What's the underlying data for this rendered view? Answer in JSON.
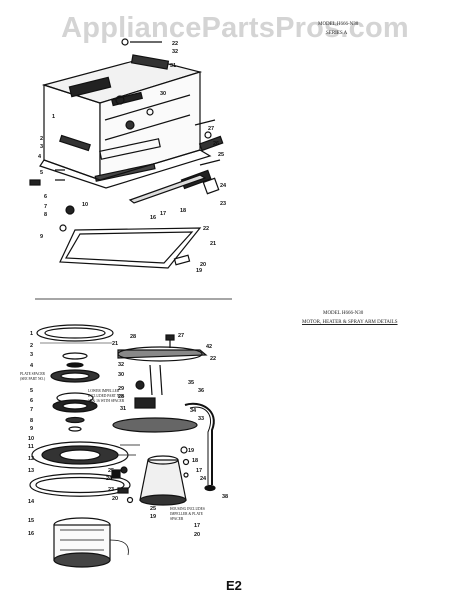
{
  "watermark": "AppliancePartsPros.com",
  "header_top": {
    "line1": "MODEL H666-N30",
    "line2": "SERIES A"
  },
  "header_mid": {
    "line1": "MODEL H666-N30",
    "line2": "MOTOR, HEATER & SPRAY ARM DETAILS"
  },
  "notes": {
    "plate_spacer": [
      "PLATE SPACER",
      "(SEE PART NO.)"
    ],
    "lower_impeller": [
      "LOWER IMPELLER",
      "INCLUDED PART NOS.",
      "15 & 16 WITH SPACER"
    ],
    "housing": [
      "HOUSING INCLUDES",
      "IMPELLER & PLATE",
      "SPACER"
    ]
  },
  "page_label": "E2",
  "colors": {
    "ink": "#111111",
    "watermark": "#d4d4d4"
  }
}
